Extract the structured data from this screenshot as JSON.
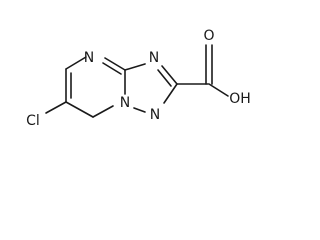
{
  "molecule": {
    "atoms": {
      "n_top": "N",
      "n_right": "N",
      "n_bridge": "N",
      "n_bottom": "N",
      "o_carbonyl": "O",
      "oh": "OH",
      "cl": "Cl"
    }
  }
}
